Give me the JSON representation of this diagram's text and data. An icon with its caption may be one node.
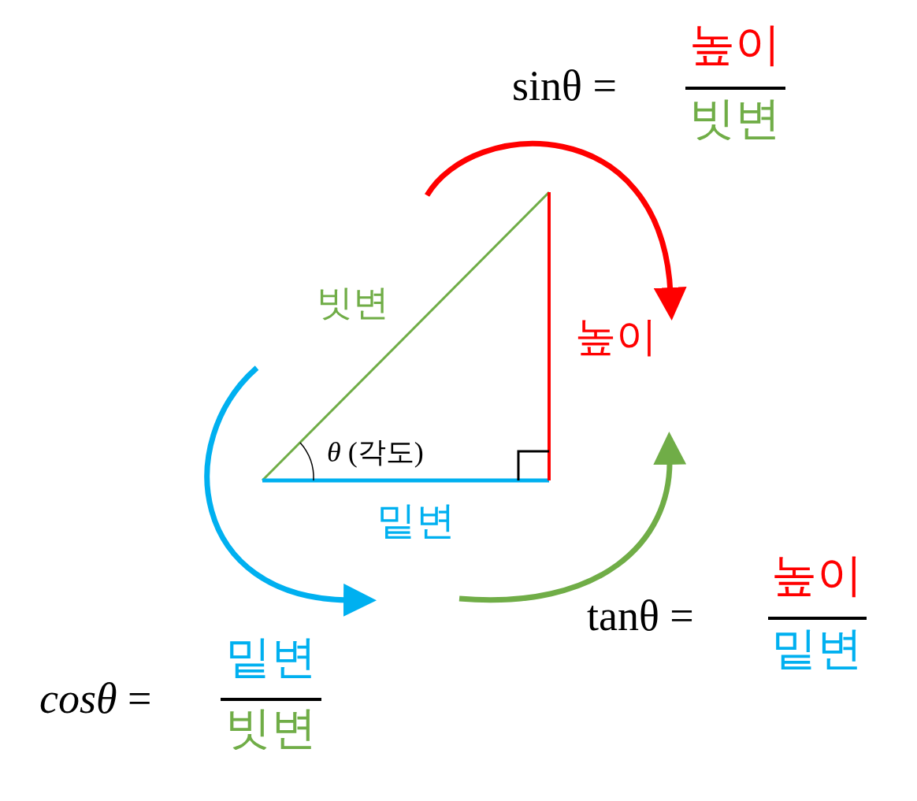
{
  "diagram": {
    "labels": [
      "높이",
      "sinθ =",
      "빗변",
      "빗변",
      "높이",
      "*θ* (각도)",
      "밑변",
      "높이",
      "tanθ =",
      "밑변",
      "밑변",
      "*cosθ* =",
      "빗변"
    ]
  }
}
